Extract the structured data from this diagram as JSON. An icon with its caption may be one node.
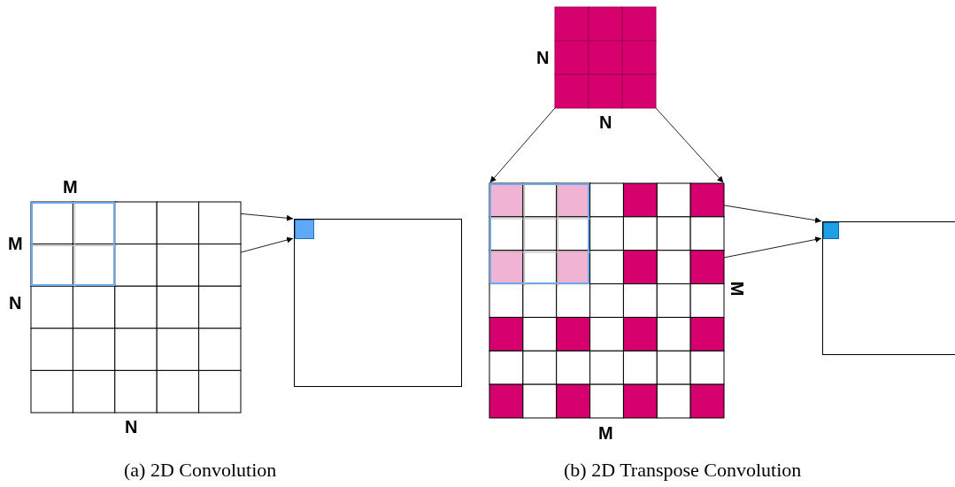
{
  "diagram": {
    "nodes": [
      {
        "text": [],
        "shape": "grid"
      },
      {
        "text": [],
        "shape": "box",
        "in": 0
      },
      {
        "text": [],
        "shape": "box"
      },
      {
        "text": [],
        "shape": "box",
        "in": 2
      },
      {
        "text": [],
        "shape": "grid"
      },
      {
        "text": [],
        "shape": "grid"
      },
      {
        "text": [],
        "shape": "box",
        "in": 5
      },
      {
        "text": [],
        "shape": "box"
      },
      {
        "text": [],
        "shape": "box",
        "in": 7
      }
    ],
    "edges": [
      {
        "from": 1,
        "to": 3,
        "arrow": "to"
      },
      {
        "from": 1,
        "to": 3,
        "arrow": "to"
      },
      {
        "from": 4,
        "to": 5,
        "arrow": "to"
      },
      {
        "from": 4,
        "to": 5,
        "arrow": "to"
      },
      {
        "from": 6,
        "to": 8,
        "arrow": "to"
      },
      {
        "from": 6,
        "to": 8,
        "arrow": "to"
      }
    ],
    "labels": [
      "N",
      "N",
      "M",
      "M",
      "M",
      "N",
      "N",
      "M",
      "(a) 2D Convolution",
      "(b) 2D Transpose Convolution"
    ]
  }
}
